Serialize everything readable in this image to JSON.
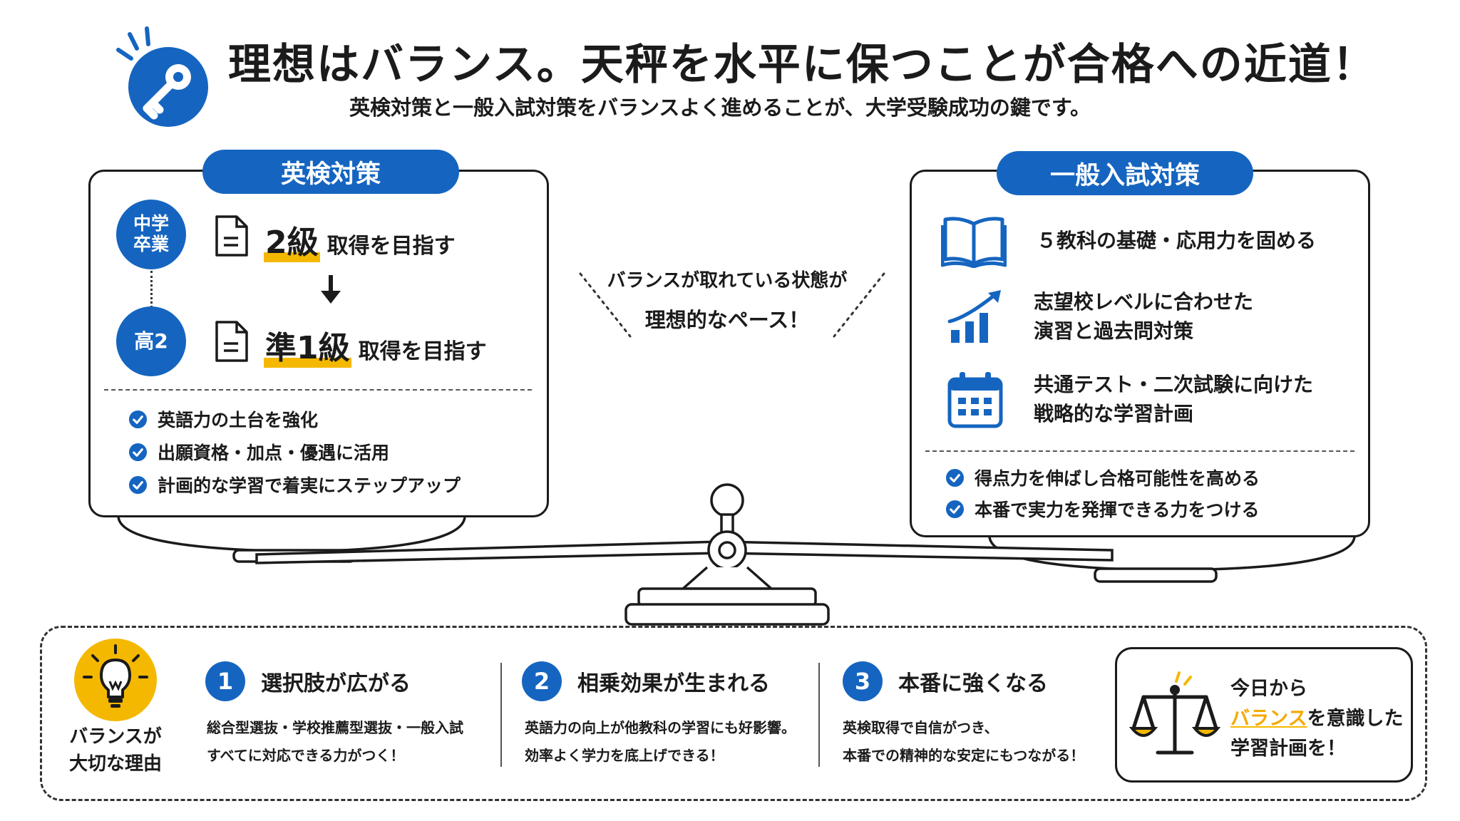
{
  "header": {
    "title": "理想はバランス。天秤を水平に保つことが合格への近道！",
    "subtitle": "英検対策と一般入試対策をバランスよく進めることが、大学受験成功の鍵です。"
  },
  "left_panel": {
    "tab": "英検対策",
    "step1": {
      "badge_line1": "中学",
      "badge_line2": "卒業",
      "grade": "2級",
      "rest": "取得を目指す"
    },
    "step2": {
      "badge": "高2",
      "grade": "準1級",
      "rest": "取得を目指す"
    },
    "checks": [
      "英語力の土台を強化",
      "出願資格・加点・優遇に活用",
      "計画的な学習で着実にステップアップ"
    ]
  },
  "center": {
    "line1": "バランスが取れている状態が",
    "line2": "理想的なペース！"
  },
  "right_panel": {
    "tab": "一般入試対策",
    "features": [
      {
        "icon": "book-icon",
        "lines": [
          "５教科の基礎・応用力を固める"
        ]
      },
      {
        "icon": "chart-up-icon",
        "lines": [
          "志望校レベルに合わせた",
          "演習と過去問対策"
        ]
      },
      {
        "icon": "calendar-icon",
        "lines": [
          "共通テスト・二次試験に向けた",
          "戦略的な学習計画"
        ]
      }
    ],
    "checks": [
      "得点力を伸ばし合格可能性を高める",
      "本番で実力を発揮できる力をつける"
    ]
  },
  "bottom": {
    "label_line1": "バランスが",
    "label_line2": "大切な理由",
    "reasons": [
      {
        "num": "1",
        "title": "選択肢が広がる",
        "line1": "総合型選抜・学校推薦型選抜・一般入試",
        "line2": "すべてに対応できる力がつく！"
      },
      {
        "num": "2",
        "title": "相乗効果が生まれる",
        "line1": "英語力の向上が他教科の学習にも好影響。",
        "line2": "効率よく学力を底上げできる！"
      },
      {
        "num": "3",
        "title": "本番に強くなる",
        "line1": "英検取得で自信がつき、",
        "line2": "本番での精神的な安定にもつながる！"
      }
    ],
    "cta": {
      "line1": "今日から",
      "line2_highlight": "バランス",
      "line2_rest": "を意識した",
      "line3": "学習計画を！"
    }
  },
  "colors": {
    "primary": "#1565c0",
    "accent": "#f5b800",
    "ink": "#1b1b1b"
  }
}
